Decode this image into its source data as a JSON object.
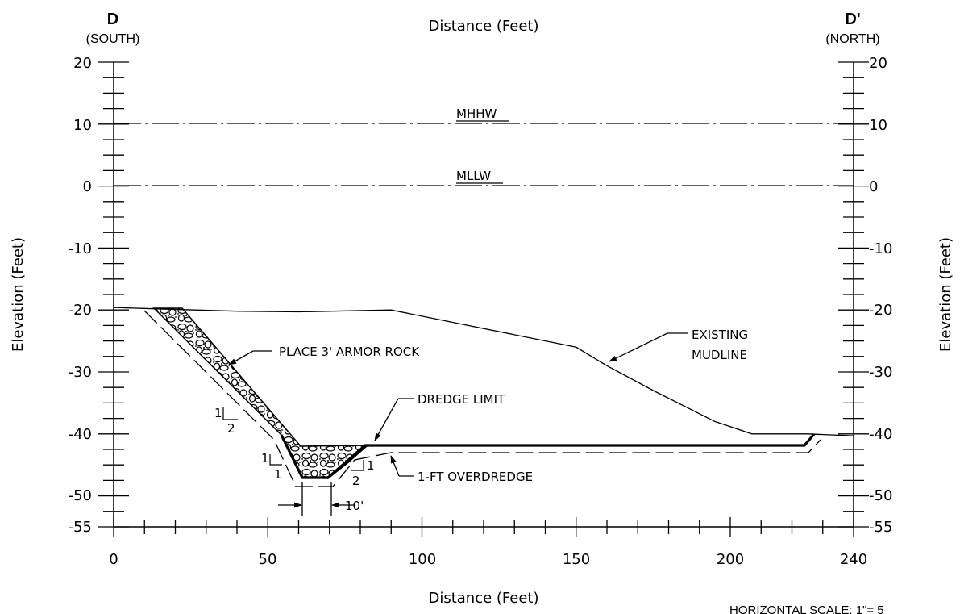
{
  "section": {
    "left_letter": "D",
    "left_direction": "(SOUTH)",
    "right_letter": "D'",
    "right_direction": "(NORTH)"
  },
  "axes": {
    "x_title_top": "Distance (Feet)",
    "x_title_bottom": "Distance (Feet)",
    "y_title_left": "Elevation (Feet)",
    "y_title_right": "Elevation (Feet)",
    "x_ticks": [
      "0",
      "50",
      "100",
      "150",
      "200",
      "240"
    ],
    "y_ticks": [
      "20",
      "10",
      "0",
      "-10",
      "-20",
      "-30",
      "-40",
      "-50",
      "-55"
    ]
  },
  "water_levels": {
    "mhhw": "MHHW",
    "mllw": "MLLW"
  },
  "annotations": {
    "armor_rock": "PLACE 3' ARMOR ROCK",
    "existing_mudline_1": "EXISTING",
    "existing_mudline_2": "MUDLINE",
    "dredge_limit": "DREDGE LIMIT",
    "overdredge": "1-FT OVERDREDGE",
    "bottom_width": "10'",
    "slope_upper_v": "1",
    "slope_upper_h": "2",
    "slope_lower_left_v": "1",
    "slope_lower_left_h": "1",
    "slope_right_v": "1",
    "slope_right_h": "2"
  },
  "scale_note": "HORIZONTAL SCALE: 1\"= 5",
  "chart_data": {
    "type": "line",
    "title": "",
    "xlabel": "Distance (Feet)",
    "ylabel": "Elevation (Feet)",
    "xlim": [
      0,
      240
    ],
    "ylim": [
      -55,
      20
    ],
    "grid": false,
    "reference_lines": [
      {
        "name": "MHHW",
        "y": 10
      },
      {
        "name": "MLLW",
        "y": 0
      }
    ],
    "series": [
      {
        "name": "EXISTING MUDLINE",
        "x": [
          0,
          13,
          40,
          60,
          90,
          150,
          160,
          175,
          195,
          207,
          225,
          240
        ],
        "y": [
          -19.6,
          -19.8,
          -20.2,
          -20.3,
          -20,
          -26,
          -29,
          -33,
          -38,
          -40,
          -40,
          -40.3
        ]
      },
      {
        "name": "DREDGE LIMIT",
        "x": [
          60,
          70,
          81,
          225,
          229
        ],
        "y": [
          -47,
          -47,
          -42,
          -42,
          -40
        ]
      }
    ]
  }
}
